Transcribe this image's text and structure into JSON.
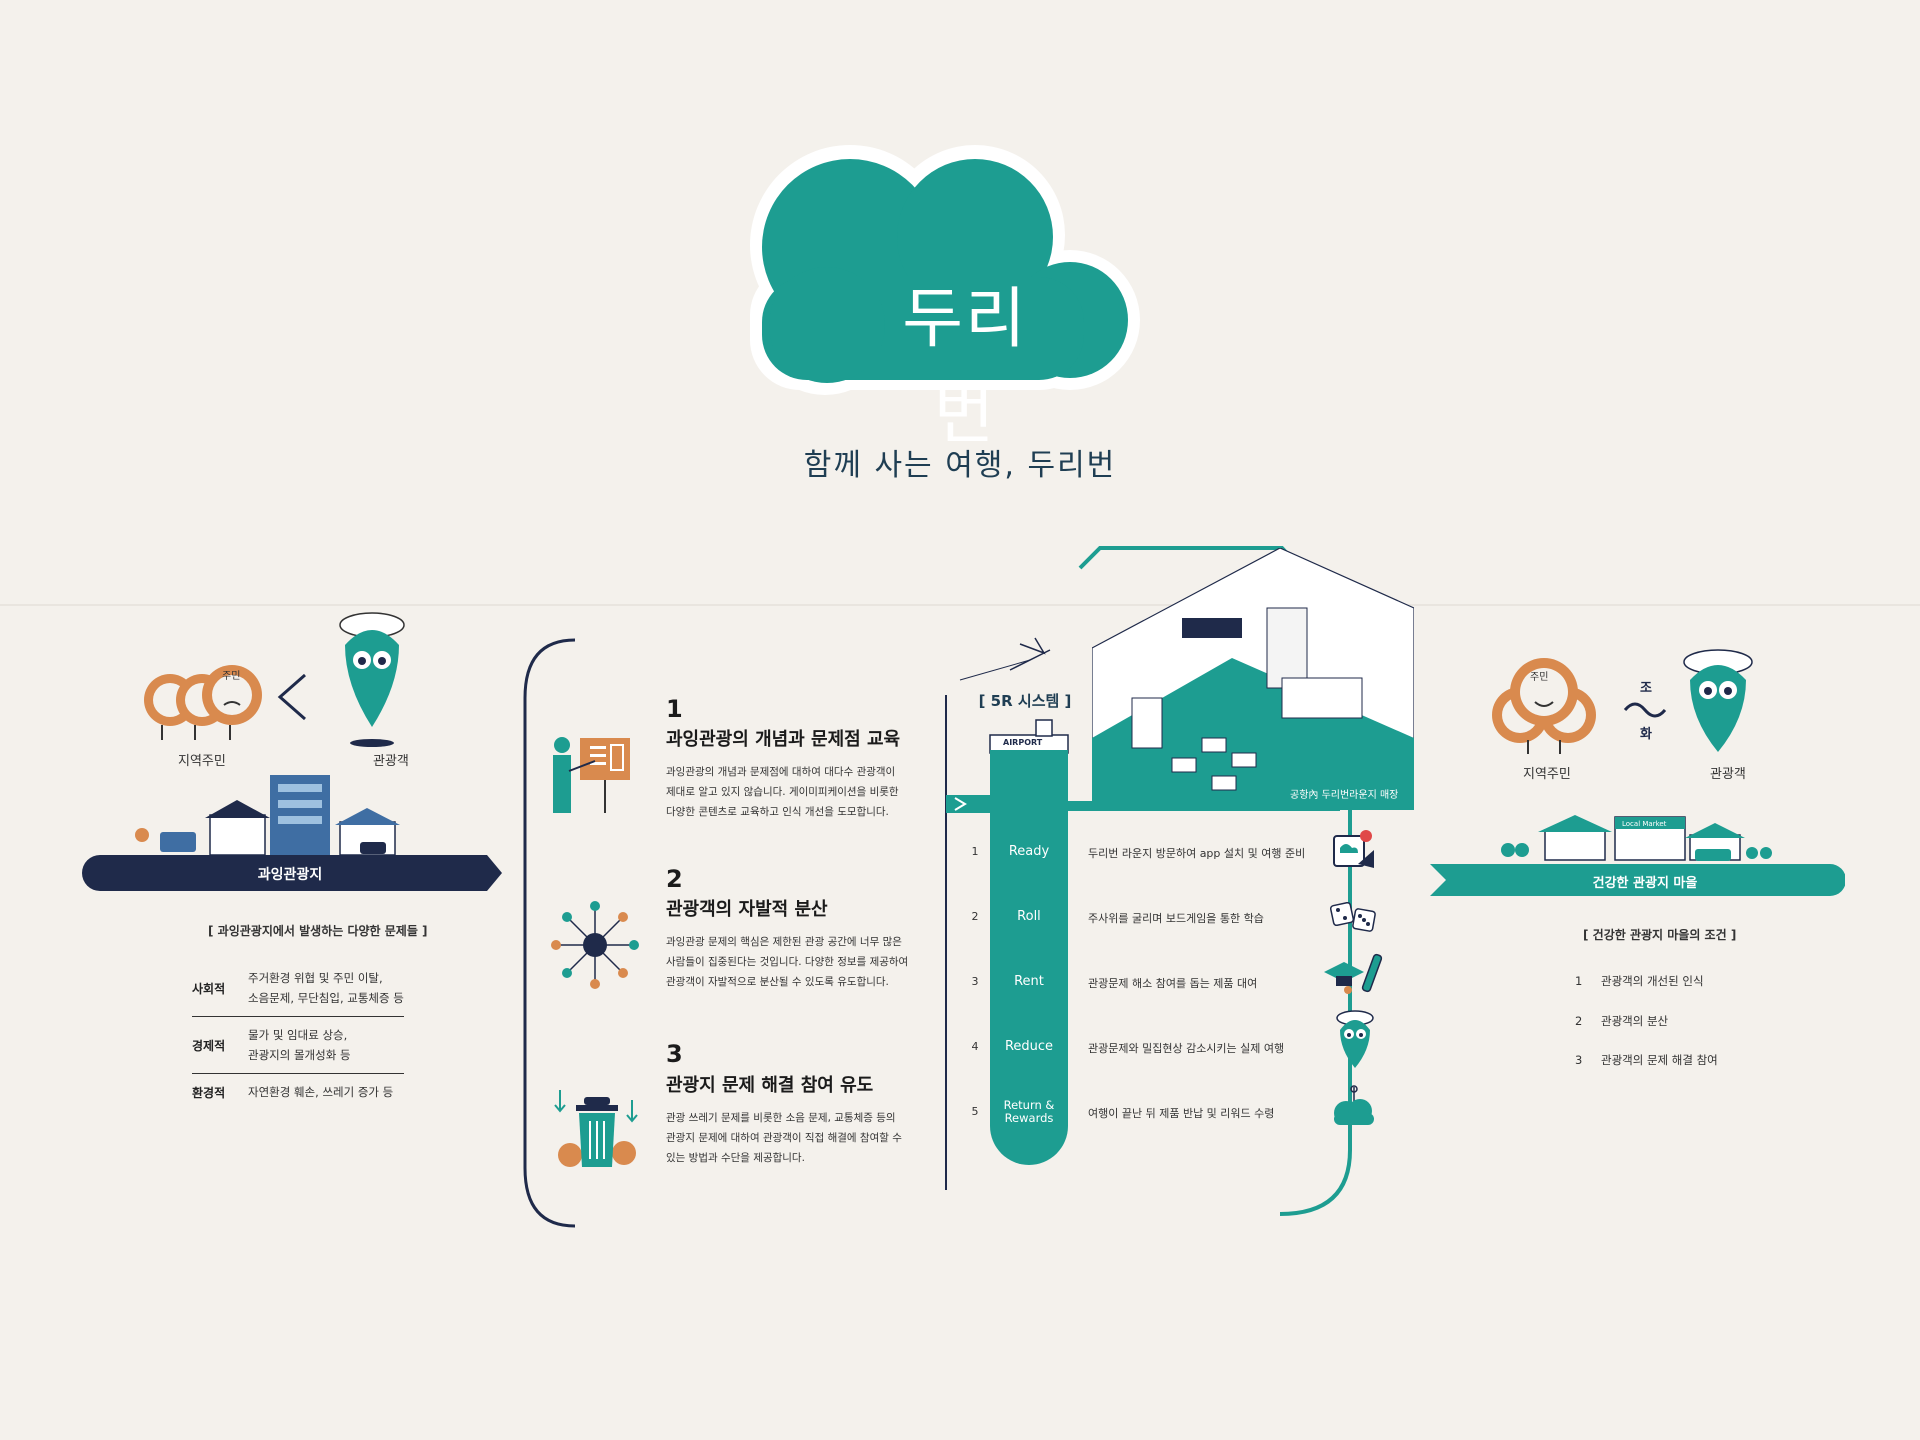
{
  "header": {
    "logo_text": "두리번",
    "tagline": "함께 사는 여행, 두리번"
  },
  "left_panel": {
    "resident_badge": "주민",
    "resident_label": "지역주민",
    "tourist_label": "관광객",
    "banner_label": "과잉관광지",
    "problems_title": "[ 과잉관광지에서 발생하는 다양한 문제들 ]",
    "problems": [
      {
        "category": "사회적",
        "line1": "주거환경 위협 및 주민 이탈,",
        "line2": "소음문제, 무단침입, 교통체증 등"
      },
      {
        "category": "경제적",
        "line1": "물가 및 임대료 상승,",
        "line2": "관광지의 몰개성화 등"
      },
      {
        "category": "환경적",
        "line1": "자연환경 훼손, 쓰레기 증가 등",
        "line2": ""
      }
    ]
  },
  "steps": [
    {
      "num": "1",
      "title": "과잉관광의 개념과 문제점 교육",
      "lines": [
        "과잉관광의 개념과 문제점에 대하여 대다수 관광객이",
        "제대로 알고 있지 않습니다. 게이미피케이션을 비롯한",
        "다양한 콘텐츠로 교육하고 인식 개선을 도모합니다."
      ]
    },
    {
      "num": "2",
      "title": "관광객의 자발적 분산",
      "lines": [
        "과잉관광 문제의 핵심은 제한된 관광 공간에 너무 많은",
        "사람들이 집중된다는 것입니다. 다양한 정보를 제공하여",
        "관광객이 자발적으로 분산될 수 있도록 유도합니다."
      ]
    },
    {
      "num": "3",
      "title": "관광지 문제 해결 참여 유도",
      "lines": [
        "관광 쓰레기 문제를 비롯한 소음 문제, 교통체증 등의",
        "관광지 문제에  대하여 관광객이 직접 해결에 참여할 수",
        "있는 방법과 수단을 제공합니다."
      ]
    }
  ],
  "five_r": {
    "title": "[ 5R 시스템 ]",
    "airport_label": "AIRPORT",
    "store_caption": "공항內 두리번라운지 매장",
    "items": [
      {
        "num": "1",
        "name": "Ready",
        "desc": "두리번 라운지 방문하여 app 설치 및 여행 준비"
      },
      {
        "num": "2",
        "name": "Roll",
        "desc": "주사위를 굴리며 보드게임을 통한 학습"
      },
      {
        "num": "3",
        "name": "Rent",
        "desc": "관광문제 해소 참여를  돕는 제품 대여"
      },
      {
        "num": "4",
        "name": "Reduce",
        "desc": "관광문제와 밀집현상 감소시키는 실제 여행"
      },
      {
        "num": "5",
        "name": "Return &",
        "name2": "Rewards",
        "desc": "여행이 끝난 뒤 제품 반납 및 리워드 수령"
      }
    ]
  },
  "right_panel": {
    "resident_badge": "주민",
    "harmony_top": "조",
    "harmony_bottom": "화",
    "resident_label": "지역주민",
    "tourist_label": "관광객",
    "market_sign": "Local Market",
    "banner_label": "건강한 관광지 마을",
    "conditions_title": "[ 건강한 관광지 마을의 조건 ]",
    "conditions": [
      {
        "num": "1",
        "text": "관광객의 개선된 인식"
      },
      {
        "num": "2",
        "text": "관광객의 분산"
      },
      {
        "num": "3",
        "text": "관광객의 문제 해결 참여"
      }
    ]
  },
  "colors": {
    "teal": "#1d9d91",
    "navy": "#1f2a4a",
    "orange": "#d98a4e",
    "wall": "#f4f1ec"
  }
}
